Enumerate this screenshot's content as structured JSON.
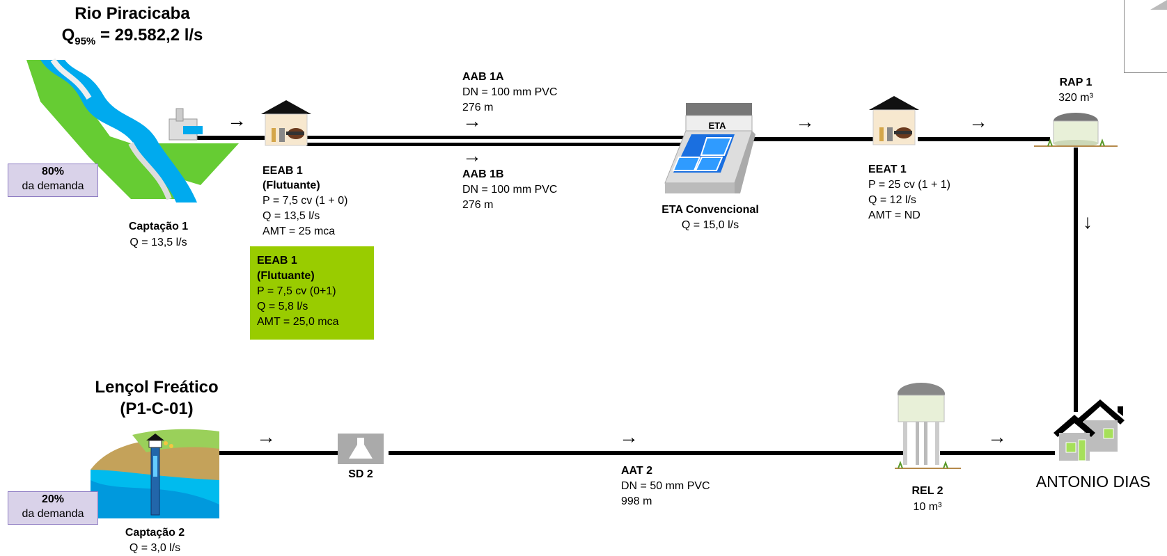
{
  "river": {
    "name": "Rio Piracicaba",
    "flow_label": "Q",
    "flow_sub": "95%",
    "flow_value": " = 29.582,2 l/s"
  },
  "capt1": {
    "name": "Captação 1",
    "q": "Q = 13,5 l/s",
    "share": "80%",
    "share_sub": "da demanda"
  },
  "eeab1": {
    "name": "EEAB 1",
    "type": "(Flutuante)",
    "p": "P = 7,5 cv (1 + 0)",
    "q": "Q = 13,5 l/s",
    "amt": "AMT = 25 mca"
  },
  "eeab1_alt": {
    "name": "EEAB 1",
    "type": "(Flutuante)",
    "p": "P = 7,5 cv (0+1)",
    "q": "Q = 5,8 l/s",
    "amt": "AMT = 25,0 mca",
    "color": "#99cc00"
  },
  "aab1a": {
    "name": "AAB 1A",
    "dn": "DN = 100 mm PVC",
    "len": "276 m"
  },
  "aab1b": {
    "name": "AAB 1B",
    "dn": "DN = 100 mm PVC",
    "len": "276 m"
  },
  "eta": {
    "name": "ETA Convencional",
    "q": "Q = 15,0 l/s",
    "sign": "ETA"
  },
  "eeat1": {
    "name": "EEAT 1",
    "p": "P = 25 cv (1 + 1)",
    "q": "Q = 12 l/s",
    "amt": "AMT = ND"
  },
  "rap1": {
    "name": "RAP 1",
    "vol": "320 m³"
  },
  "lencol": {
    "name": "Lençol Freático",
    "code": "(P1-C-01)"
  },
  "capt2": {
    "name": "Captação 2",
    "q": "Q = 3,0 l/s",
    "share": "20%",
    "share_sub": "da demanda"
  },
  "sd2": {
    "name": "SD 2"
  },
  "aat2": {
    "name": "AAT 2",
    "dn": "DN = 50 mm PVC",
    "len": "998 m"
  },
  "rel2": {
    "name": "REL 2",
    "vol": "10 m³"
  },
  "town": {
    "name": "ANTONIO DIAS"
  },
  "arrows": {
    "right": "→",
    "down": "↓"
  }
}
